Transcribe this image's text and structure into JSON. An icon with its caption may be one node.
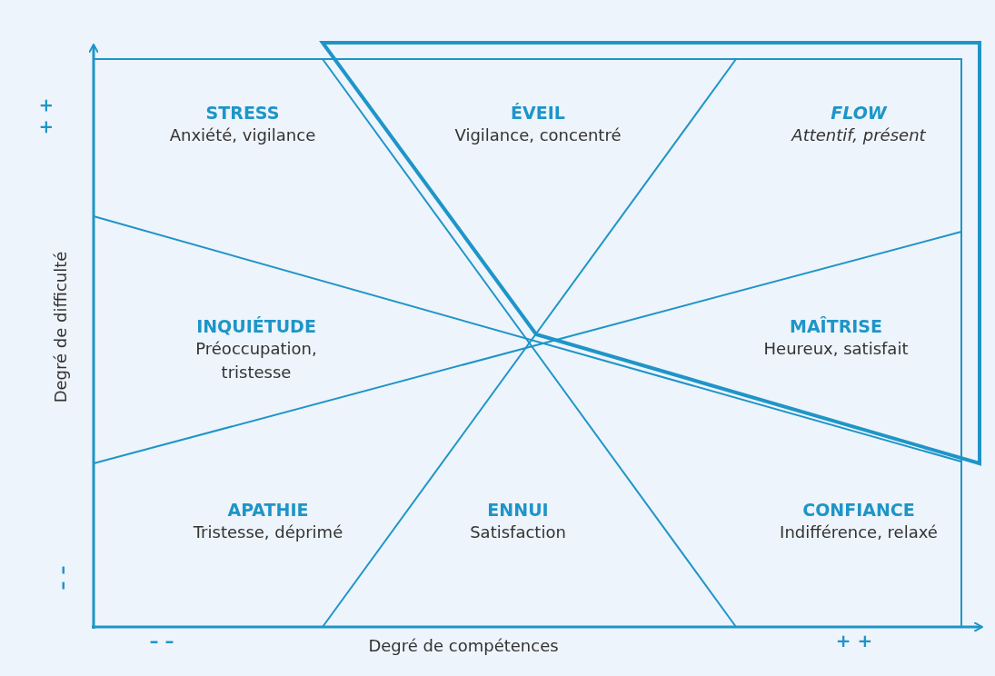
{
  "diagram": {
    "nodes": [
      {
        "text": [
          "STRESS",
          "Anxiété, vigilance"
        ]
      },
      {
        "text": [
          "ÉVEIL",
          "Vigilance, concentré"
        ]
      },
      {
        "text": [
          "FLOW",
          "Attentif, présent"
        ]
      },
      {
        "text": [
          "INQUIÉTUDE",
          "Préoccupation, tristesse"
        ]
      },
      {
        "text": [
          "MAÎTRISE",
          "Heureux, satisfait"
        ]
      },
      {
        "text": [
          "APATHIE",
          "Tristesse, déprimé"
        ]
      },
      {
        "text": [
          "ENNUI",
          "Satisfaction"
        ]
      },
      {
        "text": [
          "CONFIANCE",
          "Indifférence, relaxé"
        ]
      }
    ],
    "labels": [
      "+ +",
      "Degré de difficulté",
      "– –",
      "– –",
      "Degré de compétences",
      "+ +"
    ]
  }
}
